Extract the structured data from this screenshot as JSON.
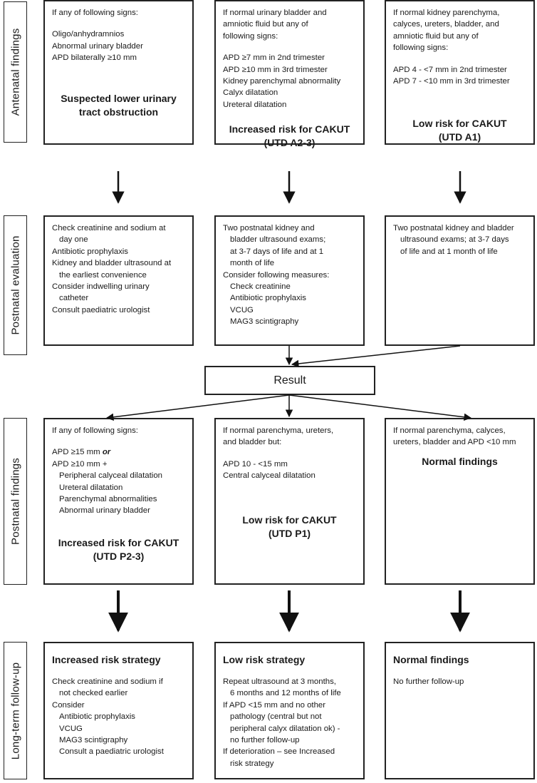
{
  "stages": {
    "antenatal": "Antenatal findings",
    "postnatal_evaluation": "Postnatal evaluation",
    "postnatal_findings": "Postnatal findings",
    "long_term": "Long-term follow-up"
  },
  "antenatal": {
    "col1": {
      "intro": "If any of following signs:",
      "items": [
        "Oligo/anhydramnios",
        "Abnormal urinary bladder",
        "APD bilaterally ≥10 mm"
      ],
      "title": [
        "Suspected lower urinary",
        "tract obstruction"
      ]
    },
    "col2": {
      "intro": [
        "If normal urinary bladder and",
        "amniotic fluid but any of",
        "following signs:"
      ],
      "items": [
        "APD ≥7 mm in 2nd trimester",
        "APD ≥10 mm in 3rd trimester",
        "Kidney parenchymal abnormality",
        "Calyx dilatation",
        "Ureteral dilatation"
      ],
      "title": [
        "Increased risk for CAKUT",
        "(UTD A2-3)"
      ]
    },
    "col3": {
      "intro": [
        "If normal kidney parenchyma,",
        "calyces, ureters, bladder, and",
        "amniotic fluid but any of",
        "following signs:"
      ],
      "items": [
        "APD  4 - <7 mm in 2nd trimester",
        "APD  7 - <10 mm in 3rd trimester"
      ],
      "title": [
        "Low risk for CAKUT",
        "(UTD A1)"
      ]
    }
  },
  "evaluation": {
    "col1": [
      "Check creatinine and sodium at",
      "day one",
      "Antibiotic prophylaxis",
      "Kidney and bladder ultrasound at",
      "the earliest convenience",
      "Consider indwelling urinary",
      "catheter",
      "Consult paediatric urologist"
    ],
    "col2": {
      "lines": [
        "Two postnatal kidney and",
        "bladder ultrasound exams;",
        "at 3-7 days of life and at 1",
        "month of life",
        "Consider following measures:"
      ],
      "measures": [
        "Check creatinine",
        "Antibiotic prophylaxis",
        "VCUG",
        "MAG3 scintigraphy"
      ]
    },
    "col3": [
      "Two postnatal kidney and bladder",
      "ultrasound exams; at 3-7 days",
      "of life and at 1 month of life"
    ]
  },
  "result": "Result",
  "findings": {
    "col1": {
      "intro": "If any of following signs:",
      "apd15": "APD ≥15 mm",
      "or": "or",
      "apd10": "APD ≥10 mm +",
      "items": [
        "Peripheral calyceal dilatation",
        "Ureteral dilatation",
        "Parenchymal abnormalities",
        "Abnormal urinary bladder"
      ],
      "title": [
        "Increased risk for CAKUT",
        "(UTD P2-3)"
      ]
    },
    "col2": {
      "intro": [
        "If normal parenchyma, ureters,",
        "and bladder but:"
      ],
      "items": [
        "APD 10 - <15 mm",
        "Central calyceal dilatation"
      ],
      "title": [
        "Low risk for CAKUT",
        "(UTD P1)"
      ]
    },
    "col3": {
      "intro": [
        "If normal parenchyma, calyces,",
        "ureters, bladder and APD <10 mm"
      ],
      "title": [
        "Normal findings"
      ]
    }
  },
  "followup": {
    "col1": {
      "title": "Increased risk strategy",
      "lines": [
        "Check creatinine and sodium if",
        "not checked earlier",
        "Consider"
      ],
      "consider": [
        "Antibiotic prophylaxis",
        "VCUG",
        "MAG3 scintigraphy",
        "Consult a paediatric urologist"
      ]
    },
    "col2": {
      "title": "Low risk strategy",
      "lines": [
        "Repeat ultrasound at 3 months,",
        "6 months and 12 months of life",
        "If APD <15 mm and no other",
        "pathology (central but not",
        "peripheral calyx dilatation ok) -",
        "no further follow-up",
        "If deterioration – see Increased",
        "risk strategy"
      ],
      "indented": [
        1,
        3,
        4,
        5,
        7
      ]
    },
    "col3": {
      "title": "Normal findings",
      "lines": [
        "No further follow-up"
      ]
    }
  }
}
